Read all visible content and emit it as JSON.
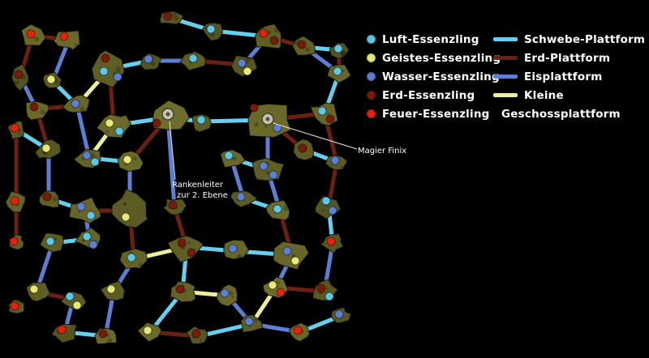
{
  "legend": {
    "essences": [
      {
        "label": "Luft-Essenzling",
        "color": "#5bc8e8"
      },
      {
        "label": "Geistes-Essenzling",
        "color": "#e8e87a"
      },
      {
        "label": "Wasser-Essenzling",
        "color": "#5b7fd4"
      },
      {
        "label": "Erd-Essenzling",
        "color": "#7a1a0a"
      },
      {
        "label": "Feuer-Essenzling",
        "color": "#e82010"
      }
    ],
    "platform_types": [
      {
        "label": "Schwebe-Plattform",
        "color": "#66cfee"
      },
      {
        "label": "Erd-Plattform",
        "color": "#6b2012"
      },
      {
        "label": "Eisplattform",
        "color": "#5b7fd4"
      },
      {
        "label": "Kleine Geschossplattform",
        "line1": "Kleine",
        "line2": "Geschossplattform",
        "color": "#eeee99"
      }
    ]
  },
  "annotations": {
    "rankenleiter": {
      "line1": "Rankenleiter",
      "line2": "zur 2. Ebene"
    },
    "magier": {
      "label": "Magier Finix"
    }
  },
  "map": {
    "platform_fill": "#5e5e26",
    "dot_colors": {
      "c": "#5bc8e8",
      "y": "#e8e87a",
      "w": "#5b7fd4",
      "e": "#7a1a0a",
      "f": "#e82010"
    },
    "edge_colors": {
      "s": "#66cfee",
      "e": "#6b2012",
      "i": "#5b7fd4",
      "k": "#eeee99"
    },
    "platforms": [
      [
        40,
        44,
        16,
        13
      ],
      [
        85,
        49,
        18,
        14
      ],
      [
        210,
        22,
        16,
        10
      ],
      [
        262,
        38,
        14,
        12
      ],
      [
        330,
        45,
        22,
        16
      ],
      [
        375,
        58,
        18,
        14
      ],
      [
        418,
        62,
        12,
        10
      ],
      [
        25,
        95,
        12,
        16
      ],
      [
        65,
        100,
        13,
        11
      ],
      [
        135,
        85,
        26,
        22
      ],
      [
        185,
        75,
        14,
        12
      ],
      [
        240,
        75,
        16,
        12
      ],
      [
        300,
        80,
        16,
        14
      ],
      [
        418,
        90,
        14,
        12
      ],
      [
        45,
        135,
        16,
        13
      ],
      [
        95,
        130,
        16,
        13
      ],
      [
        140,
        155,
        20,
        16
      ],
      [
        207,
        145,
        26,
        20
      ],
      [
        250,
        150,
        14,
        12
      ],
      [
        330,
        148,
        34,
        26
      ],
      [
        400,
        140,
        18,
        14
      ],
      [
        20,
        160,
        10,
        12
      ],
      [
        60,
        185,
        16,
        13
      ],
      [
        110,
        195,
        18,
        14
      ],
      [
        160,
        200,
        16,
        13
      ],
      [
        285,
        195,
        16,
        14
      ],
      [
        330,
        210,
        20,
        16
      ],
      [
        375,
        185,
        14,
        12
      ],
      [
        415,
        200,
        14,
        12
      ],
      [
        20,
        250,
        12,
        14
      ],
      [
        60,
        245,
        16,
        13
      ],
      [
        105,
        260,
        20,
        16
      ],
      [
        160,
        260,
        22,
        28
      ],
      [
        215,
        255,
        14,
        12
      ],
      [
        300,
        245,
        16,
        13
      ],
      [
        345,
        260,
        16,
        13
      ],
      [
        405,
        255,
        16,
        14
      ],
      [
        65,
        300,
        16,
        13
      ],
      [
        110,
        295,
        16,
        13
      ],
      [
        230,
        305,
        22,
        18
      ],
      [
        290,
        310,
        18,
        14
      ],
      [
        360,
        315,
        22,
        18
      ],
      [
        410,
        300,
        14,
        12
      ],
      [
        20,
        300,
        10,
        10
      ],
      [
        165,
        320,
        16,
        14
      ],
      [
        45,
        360,
        16,
        13
      ],
      [
        90,
        370,
        16,
        13
      ],
      [
        140,
        360,
        18,
        14
      ],
      [
        225,
        360,
        18,
        14
      ],
      [
        280,
        365,
        16,
        13
      ],
      [
        340,
        355,
        16,
        13
      ],
      [
        400,
        360,
        18,
        14
      ],
      [
        20,
        380,
        10,
        10
      ],
      [
        80,
        410,
        18,
        12
      ],
      [
        130,
        415,
        16,
        12
      ],
      [
        185,
        410,
        16,
        12
      ],
      [
        245,
        415,
        16,
        12
      ],
      [
        310,
        400,
        16,
        12
      ],
      [
        370,
        410,
        16,
        12
      ],
      [
        420,
        390,
        12,
        10
      ]
    ],
    "dots": [
      [
        38,
        42,
        "f"
      ],
      [
        79,
        45,
        "f"
      ],
      [
        207,
        20,
        "e"
      ],
      [
        260,
        36,
        "c"
      ],
      [
        325,
        41,
        "f"
      ],
      [
        338,
        50,
        "e"
      ],
      [
        372,
        55,
        "e"
      ],
      [
        417,
        60,
        "c"
      ],
      [
        23,
        92,
        "e"
      ],
      [
        63,
        98,
        "y"
      ],
      [
        130,
        72,
        "e"
      ],
      [
        128,
        88,
        "c"
      ],
      [
        145,
        95,
        "w"
      ],
      [
        183,
        73,
        "w"
      ],
      [
        238,
        72,
        "c"
      ],
      [
        298,
        78,
        "w"
      ],
      [
        305,
        88,
        "y"
      ],
      [
        416,
        88,
        "c"
      ],
      [
        42,
        132,
        "e"
      ],
      [
        93,
        128,
        "w"
      ],
      [
        135,
        152,
        "y"
      ],
      [
        147,
        162,
        "c"
      ],
      [
        193,
        152,
        "e"
      ],
      [
        248,
        148,
        "c"
      ],
      [
        313,
        133,
        "e"
      ],
      [
        342,
        158,
        "w"
      ],
      [
        397,
        137,
        "c"
      ],
      [
        407,
        147,
        "e"
      ],
      [
        18,
        158,
        "f"
      ],
      [
        57,
        183,
        "y"
      ],
      [
        107,
        192,
        "w"
      ],
      [
        117,
        200,
        "c"
      ],
      [
        157,
        197,
        "y"
      ],
      [
        282,
        192,
        "c"
      ],
      [
        325,
        205,
        "w"
      ],
      [
        337,
        216,
        "w"
      ],
      [
        373,
        183,
        "e"
      ],
      [
        413,
        198,
        "w"
      ],
      [
        18,
        248,
        "f"
      ],
      [
        58,
        243,
        "e"
      ],
      [
        100,
        255,
        "w"
      ],
      [
        112,
        266,
        "c"
      ],
      [
        155,
        268,
        "y"
      ],
      [
        213,
        253,
        "e"
      ],
      [
        297,
        243,
        "w"
      ],
      [
        342,
        258,
        "c"
      ],
      [
        402,
        248,
        "c"
      ],
      [
        410,
        260,
        "w"
      ],
      [
        62,
        298,
        "c"
      ],
      [
        107,
        292,
        "c"
      ],
      [
        115,
        302,
        "w"
      ],
      [
        224,
        300,
        "e"
      ],
      [
        236,
        312,
        "e"
      ],
      [
        287,
        307,
        "w"
      ],
      [
        354,
        310,
        "w"
      ],
      [
        364,
        322,
        "y"
      ],
      [
        408,
        298,
        "f"
      ],
      [
        17,
        298,
        "f"
      ],
      [
        162,
        318,
        "c"
      ],
      [
        42,
        357,
        "y"
      ],
      [
        86,
        366,
        "c"
      ],
      [
        95,
        377,
        "y"
      ],
      [
        137,
        357,
        "y"
      ],
      [
        222,
        357,
        "e"
      ],
      [
        277,
        362,
        "w"
      ],
      [
        336,
        352,
        "y"
      ],
      [
        346,
        361,
        "f"
      ],
      [
        396,
        356,
        "e"
      ],
      [
        406,
        366,
        "c"
      ],
      [
        18,
        378,
        "f"
      ],
      [
        76,
        407,
        "f"
      ],
      [
        127,
        412,
        "e"
      ],
      [
        182,
        408,
        "y"
      ],
      [
        242,
        412,
        "e"
      ],
      [
        307,
        397,
        "w"
      ],
      [
        367,
        408,
        "f"
      ],
      [
        418,
        388,
        "w"
      ]
    ],
    "edges": [
      [
        0,
        1,
        "e"
      ],
      [
        0,
        7,
        "e"
      ],
      [
        1,
        8,
        "i"
      ],
      [
        2,
        3,
        "s"
      ],
      [
        3,
        4,
        "s"
      ],
      [
        4,
        5,
        "e"
      ],
      [
        5,
        6,
        "s"
      ],
      [
        5,
        13,
        "i"
      ],
      [
        7,
        14,
        "i"
      ],
      [
        8,
        15,
        "s"
      ],
      [
        9,
        10,
        "s"
      ],
      [
        9,
        15,
        "k"
      ],
      [
        9,
        16,
        "e"
      ],
      [
        10,
        11,
        "i"
      ],
      [
        11,
        12,
        "e"
      ],
      [
        12,
        4,
        "i"
      ],
      [
        13,
        20,
        "s"
      ],
      [
        14,
        15,
        "e"
      ],
      [
        14,
        22,
        "e"
      ],
      [
        15,
        23,
        "i"
      ],
      [
        16,
        17,
        "s"
      ],
      [
        16,
        23,
        "k"
      ],
      [
        17,
        18,
        "s"
      ],
      [
        17,
        24,
        "e"
      ],
      [
        18,
        19,
        "s"
      ],
      [
        19,
        20,
        "e"
      ],
      [
        19,
        26,
        "i"
      ],
      [
        20,
        28,
        "e"
      ],
      [
        21,
        22,
        "s"
      ],
      [
        21,
        29,
        "e"
      ],
      [
        22,
        30,
        "i"
      ],
      [
        23,
        24,
        "s"
      ],
      [
        24,
        32,
        "i"
      ],
      [
        25,
        26,
        "s"
      ],
      [
        25,
        34,
        "i"
      ],
      [
        26,
        35,
        "i"
      ],
      [
        27,
        28,
        "s"
      ],
      [
        27,
        19,
        "e"
      ],
      [
        28,
        36,
        "e"
      ],
      [
        29,
        43,
        "e"
      ],
      [
        30,
        31,
        "s"
      ],
      [
        31,
        32,
        "e"
      ],
      [
        31,
        38,
        "i"
      ],
      [
        32,
        44,
        "e"
      ],
      [
        33,
        39,
        "e"
      ],
      [
        34,
        35,
        "s"
      ],
      [
        35,
        41,
        "e"
      ],
      [
        36,
        42,
        "s"
      ],
      [
        37,
        38,
        "s"
      ],
      [
        37,
        45,
        "i"
      ],
      [
        39,
        40,
        "s"
      ],
      [
        39,
        44,
        "k"
      ],
      [
        40,
        41,
        "s"
      ],
      [
        41,
        50,
        "i"
      ],
      [
        42,
        51,
        "i"
      ],
      [
        44,
        47,
        "i"
      ],
      [
        45,
        46,
        "e"
      ],
      [
        46,
        53,
        "i"
      ],
      [
        47,
        54,
        "i"
      ],
      [
        48,
        39,
        "s"
      ],
      [
        48,
        49,
        "k"
      ],
      [
        48,
        55,
        "s"
      ],
      [
        49,
        57,
        "i"
      ],
      [
        50,
        51,
        "e"
      ],
      [
        50,
        57,
        "k"
      ],
      [
        53,
        54,
        "s"
      ],
      [
        55,
        56,
        "e"
      ],
      [
        56,
        57,
        "s"
      ],
      [
        57,
        58,
        "i"
      ],
      [
        58,
        59,
        "s"
      ],
      [
        6,
        13,
        "e"
      ],
      [
        33,
        17,
        "i"
      ]
    ],
    "markers": [
      [
        207,
        141,
        "rankenleiter-ladder-icon"
      ],
      [
        330,
        147,
        "magier-finix-icon"
      ]
    ]
  }
}
